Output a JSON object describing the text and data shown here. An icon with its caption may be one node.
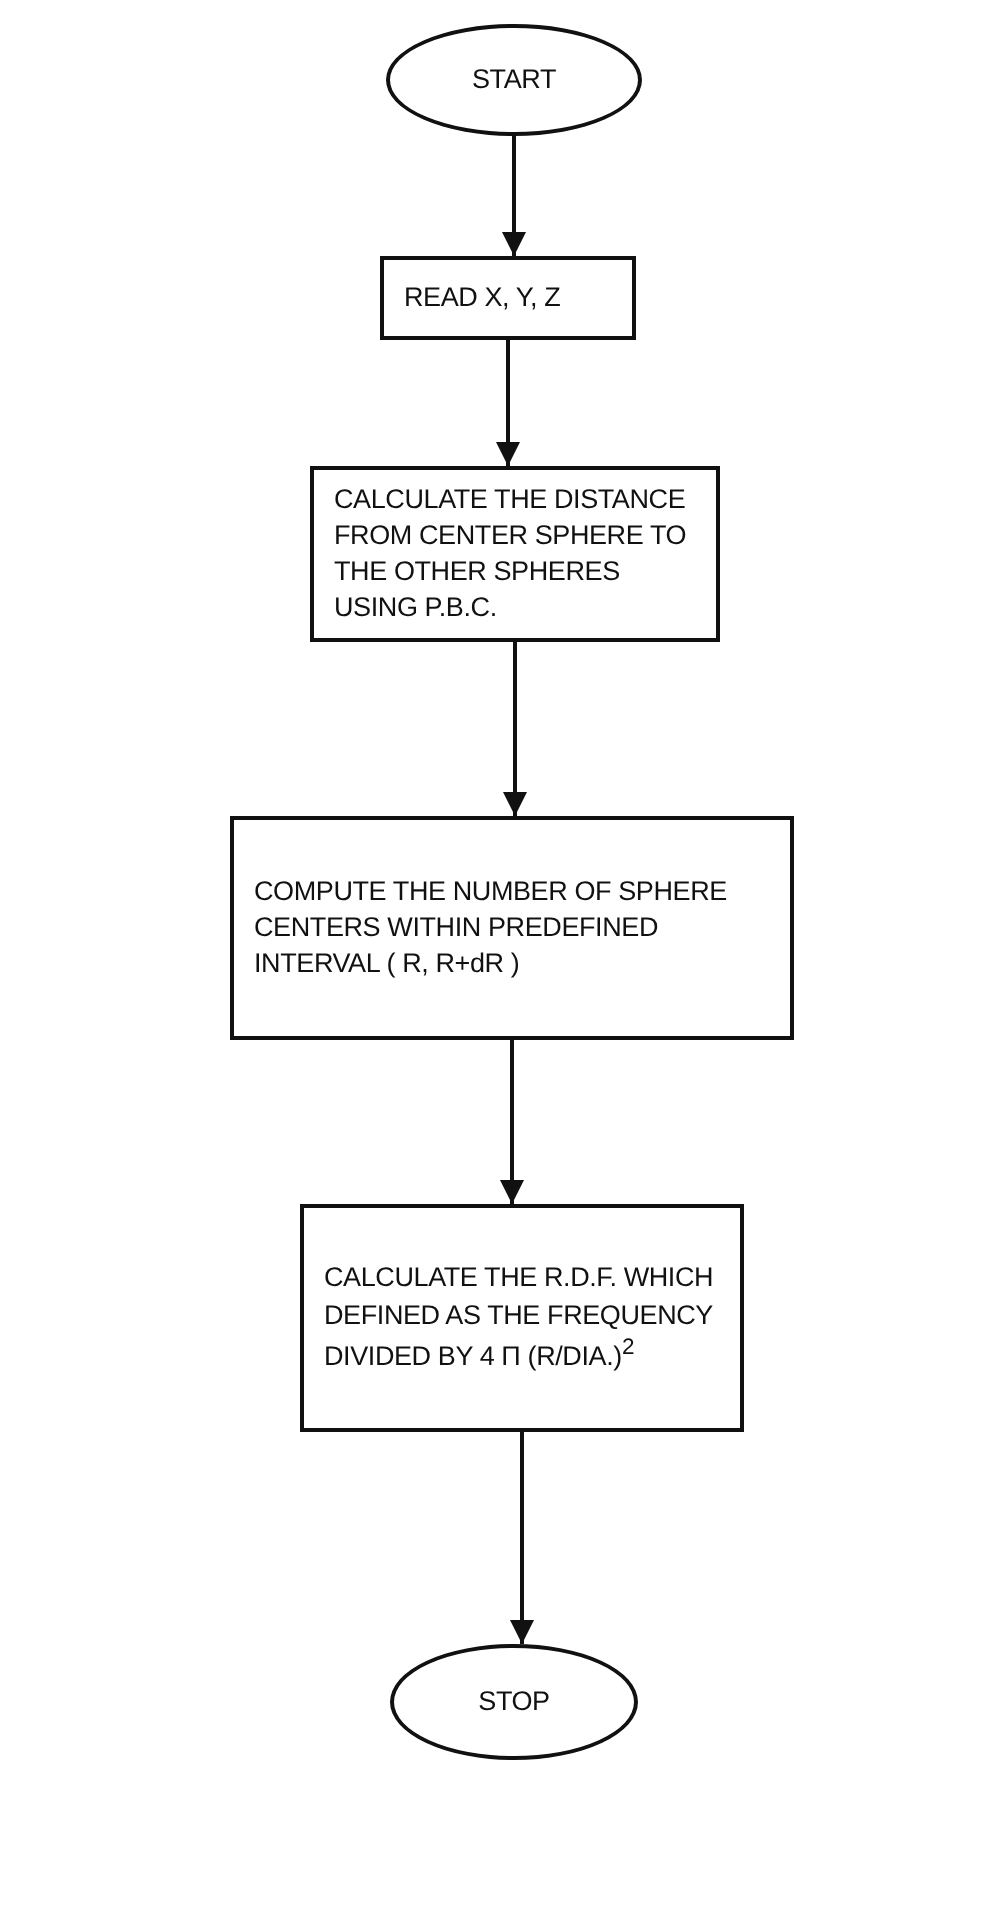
{
  "diagram": {
    "nodes": [
      {
        "text": [
          "START"
        ]
      },
      {
        "text": [
          "READ X, Y, Z"
        ]
      },
      {
        "text": [
          "CALCULATE THE DISTANCE FROM CENTER SPHERE TO THE OTHER SPHERES USING P.B.C."
        ]
      },
      {
        "text": [
          "COMPUTE THE NUMBER OF SPHERE CENTERS WITHIN PREDEFINED INTERVAL ( R, R+dR )"
        ]
      },
      {
        "text": [
          "CALCULATE THE R.D.F. WHICH DEFINED AS THE FREQUENCY DIVIDED BY 4 Π (R/DIA.)$^{2}$"
        ]
      },
      {
        "text": [
          "STOP"
        ]
      }
    ],
    "edges": [
      {
        "from": 0,
        "to": 1,
        "arrow": "to"
      },
      {
        "from": 1,
        "to": 2,
        "arrow": "to"
      },
      {
        "from": 2,
        "to": 3,
        "arrow": "to"
      },
      {
        "from": 3,
        "to": 4,
        "arrow": "to"
      },
      {
        "from": 4,
        "to": 5,
        "arrow": "to"
      }
    ]
  }
}
